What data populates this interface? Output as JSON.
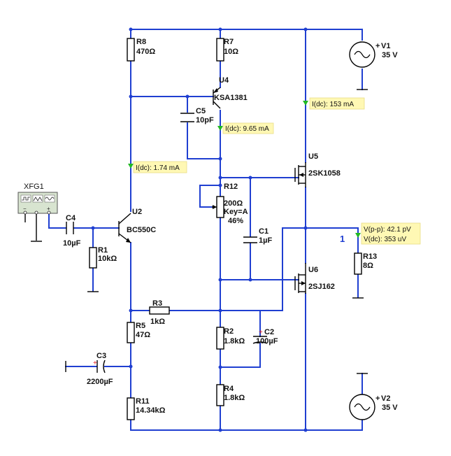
{
  "components": {
    "R8": {
      "ref": "R8",
      "value": "470Ω"
    },
    "R7": {
      "ref": "R7",
      "value": "10Ω"
    },
    "U4": {
      "ref": "U4",
      "part": "KSA1381"
    },
    "C5": {
      "ref": "C5",
      "value": "10pF"
    },
    "U2": {
      "ref": "U2",
      "part": "BC550C"
    },
    "XFG1": {
      "ref": "XFG1"
    },
    "C4": {
      "ref": "C4",
      "value": "10µF"
    },
    "R1": {
      "ref": "R1",
      "value": "10kΩ"
    },
    "R12": {
      "ref": "R12",
      "value": "200Ω",
      "key": "Key=A",
      "pct": "46%"
    },
    "C1": {
      "ref": "C1",
      "value": "1µF"
    },
    "U5": {
      "ref": "U5",
      "part": "2SK1058"
    },
    "U6": {
      "ref": "U6",
      "part": "2SJ162"
    },
    "R13": {
      "ref": "R13",
      "value": "8Ω"
    },
    "R3": {
      "ref": "R3",
      "value": "1kΩ"
    },
    "R5": {
      "ref": "R5",
      "value": "47Ω"
    },
    "C3": {
      "ref": "C3",
      "value": "2200µF"
    },
    "R11": {
      "ref": "R11",
      "value": "14.34kΩ"
    },
    "R2": {
      "ref": "R2",
      "value": "1.8kΩ"
    },
    "C2": {
      "ref": "C2",
      "value": "100µF"
    },
    "R4": {
      "ref": "R4",
      "value": "1.8kΩ"
    },
    "V1": {
      "ref": "V1",
      "value": "35 V"
    },
    "V2": {
      "ref": "V2",
      "value": "35 V"
    }
  },
  "probes": {
    "p1": "I(dc): 9.65 mA",
    "p2": "I(dc): 1.74 mA",
    "p3": "I(dc): 153 mA",
    "p4a": "V(p-p): 42.1 pV",
    "p4b": "V(dc): 353 uV"
  },
  "net_label": "1",
  "polarity": {
    "plus": "+",
    "minus": "−"
  },
  "colors": {
    "wire": "#1f3fd1",
    "probe_bg": "#fff8b4",
    "probe_arrow": "#22b822",
    "polarity": "#e01b1b"
  }
}
